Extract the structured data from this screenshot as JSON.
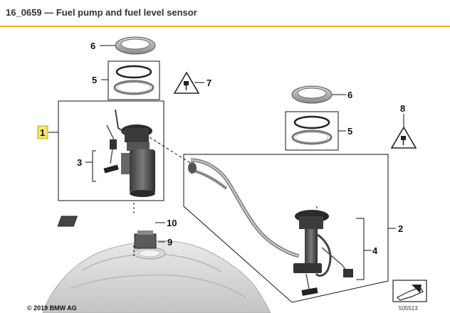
{
  "header": {
    "title": "16_0659 — Fuel pump and fuel level sensor"
  },
  "callouts": [
    {
      "id": "1",
      "label": "1"
    },
    {
      "id": "2",
      "label": "2"
    },
    {
      "id": "3",
      "label": "3"
    },
    {
      "id": "4",
      "label": "4"
    },
    {
      "id": "5a",
      "label": "5"
    },
    {
      "id": "5b",
      "label": "5"
    },
    {
      "id": "6a",
      "label": "6"
    },
    {
      "id": "6b",
      "label": "6"
    },
    {
      "id": "7",
      "label": "7"
    },
    {
      "id": "8",
      "label": "8"
    },
    {
      "id": "9",
      "label": "9"
    },
    {
      "id": "10",
      "label": "10"
    }
  ],
  "footer": {
    "copyright": "© 2019 BMW AG",
    "document_number": "505513"
  },
  "colors": {
    "accent": "#e8b400",
    "highlight_box": "#f7e27a"
  }
}
